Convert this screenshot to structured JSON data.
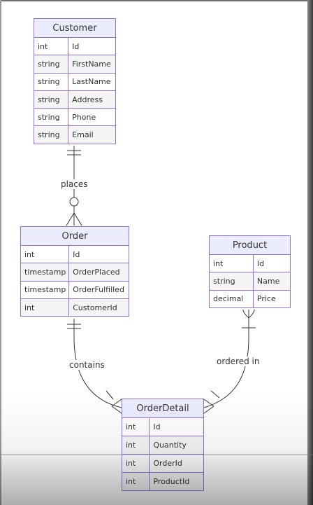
{
  "colors": {
    "entity_fill": "#ECECFF",
    "entity_stroke": "#9370DB",
    "row_odd": "#ffffff",
    "row_even": "#f5f5f5",
    "line": "#333333",
    "text": "#333333"
  },
  "entities": {
    "customer": {
      "name": "Customer",
      "attributes": [
        {
          "type": "int",
          "name": "Id"
        },
        {
          "type": "string",
          "name": "FirstName"
        },
        {
          "type": "string",
          "name": "LastName"
        },
        {
          "type": "string",
          "name": "Address"
        },
        {
          "type": "string",
          "name": "Phone"
        },
        {
          "type": "string",
          "name": "Email"
        }
      ]
    },
    "order": {
      "name": "Order",
      "attributes": [
        {
          "type": "int",
          "name": "Id"
        },
        {
          "type": "timestamp",
          "name": "OrderPlaced"
        },
        {
          "type": "timestamp",
          "name": "OrderFulfilled"
        },
        {
          "type": "int",
          "name": "CustomerId"
        }
      ]
    },
    "product": {
      "name": "Product",
      "attributes": [
        {
          "type": "int",
          "name": "Id"
        },
        {
          "type": "string",
          "name": "Name"
        },
        {
          "type": "decimal",
          "name": "Price"
        }
      ]
    },
    "orderdetail": {
      "name": "OrderDetail",
      "attributes": [
        {
          "type": "int",
          "name": "Id"
        },
        {
          "type": "int",
          "name": "Quantity"
        },
        {
          "type": "int",
          "name": "OrderId"
        },
        {
          "type": "int",
          "name": "ProductId"
        }
      ]
    }
  },
  "relationships": {
    "places": {
      "label": "places",
      "from": "Customer",
      "to": "Order",
      "from_cardinality": "exactly-one",
      "to_cardinality": "zero-or-more"
    },
    "contains": {
      "label": "contains",
      "from": "Order",
      "to": "OrderDetail",
      "from_cardinality": "exactly-one",
      "to_cardinality": "one-or-more"
    },
    "ordered_in": {
      "label": "ordered in",
      "from": "Product",
      "to": "OrderDetail",
      "from_cardinality": "one-or-more",
      "to_cardinality": "one-or-more"
    }
  }
}
